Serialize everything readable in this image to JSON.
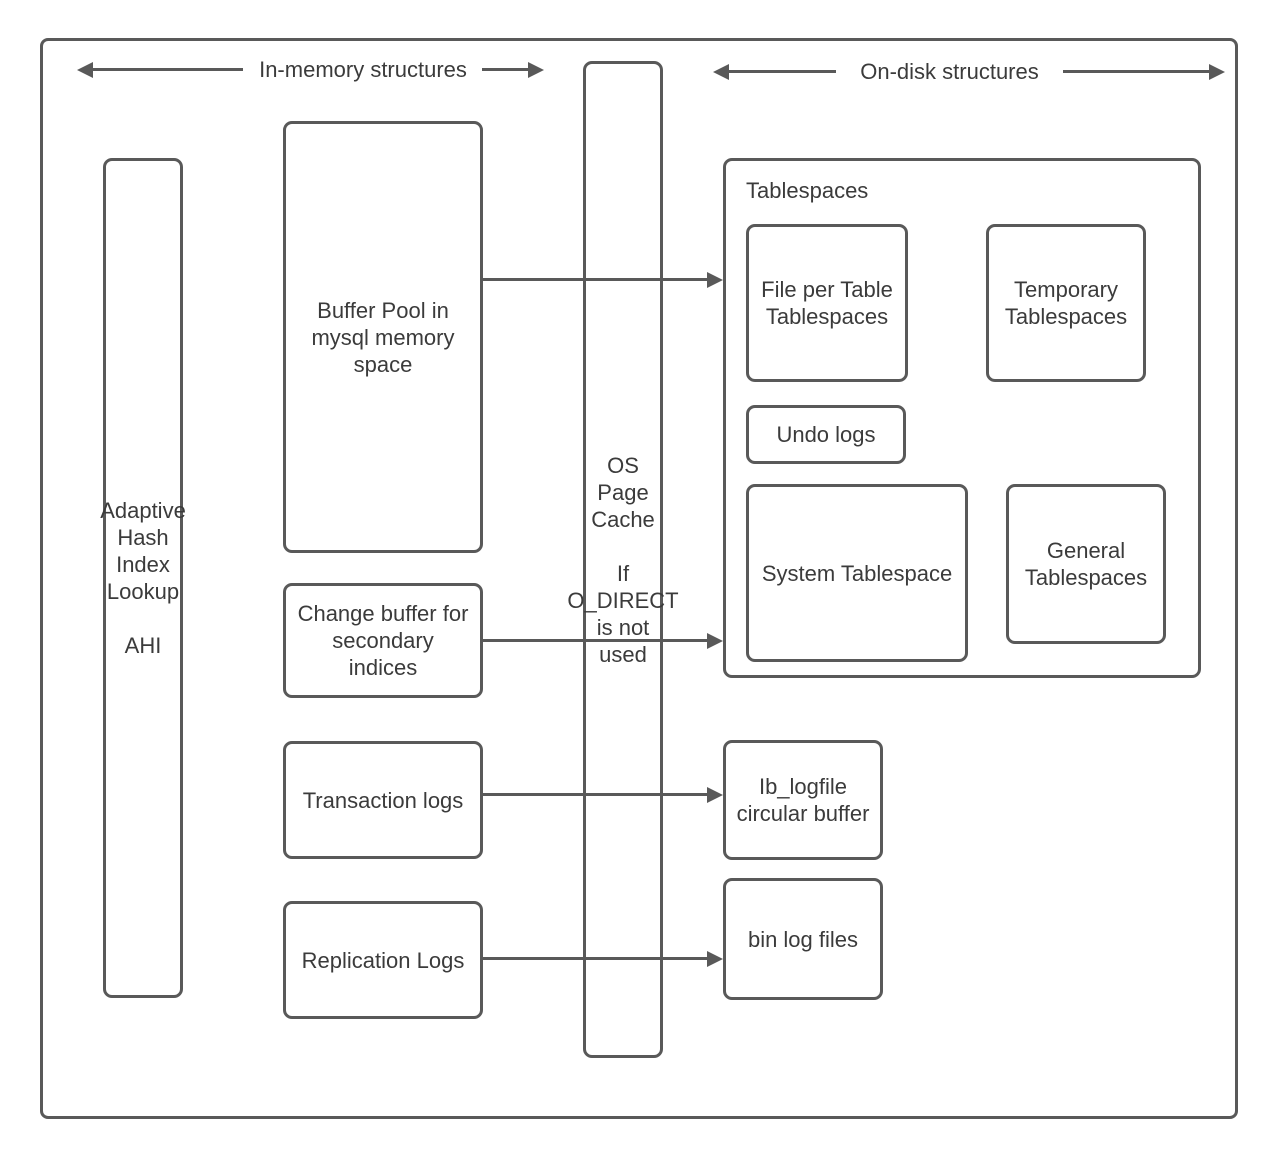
{
  "diagram": {
    "banners": {
      "in_memory": "In-memory structures",
      "on_disk": "On-disk structures"
    },
    "in_memory": {
      "ahi": "Adaptive\nHash\nIndex\nLookup\n\nAHI",
      "buffer_pool": "Buffer Pool in\nmysql memory\nspace",
      "change_buffer": "Change buffer for\nsecondary\nindices",
      "transaction_logs": "Transaction logs",
      "replication_logs": "Replication Logs"
    },
    "os_page_cache": "OS\nPage\nCache\n\nIf\nO_DIRECT\nis not\nused",
    "on_disk": {
      "tablespaces_title": "Tablespaces",
      "file_per_table": "File per Table\nTablespaces",
      "temporary": "Temporary\nTablespaces",
      "undo_logs": "Undo logs",
      "system_tablespace": "System Tablespace",
      "general": "General\nTablespaces",
      "ib_logfile": "Ib_logfile\ncircular buffer",
      "bin_log_files": "bin log files"
    },
    "colors": {
      "stroke": "#595959",
      "text": "#3b3b3b",
      "background": "#ffffff"
    }
  }
}
